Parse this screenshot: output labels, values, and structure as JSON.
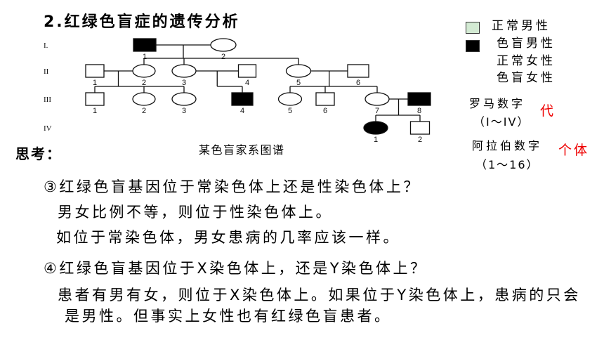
{
  "title": "2.红绿色盲症的遗传分析",
  "pedigree": {
    "caption": "某色盲家系图谱",
    "generations": [
      {
        "label": "I.",
        "members": [
          {
            "number": "1",
            "symbol": "affected-male"
          },
          {
            "number": "2",
            "symbol": "normal-female"
          }
        ]
      },
      {
        "label": "II",
        "members": [
          {
            "number": "1",
            "symbol": "normal-male"
          },
          {
            "number": "2",
            "symbol": "normal-female"
          },
          {
            "number": "3",
            "symbol": "normal-female"
          },
          {
            "number": "4",
            "symbol": "normal-male"
          },
          {
            "number": "5",
            "symbol": "normal-female"
          },
          {
            "number": "6",
            "symbol": "normal-male"
          }
        ]
      },
      {
        "label": "III",
        "members": [
          {
            "number": "1",
            "symbol": "normal-male"
          },
          {
            "number": "2",
            "symbol": "normal-female"
          },
          {
            "number": "3",
            "symbol": "normal-female"
          },
          {
            "number": "4",
            "symbol": "affected-male"
          },
          {
            "number": "5",
            "symbol": "normal-female"
          },
          {
            "number": "6",
            "symbol": "normal-male"
          },
          {
            "number": "7",
            "symbol": "normal-female"
          },
          {
            "number": "8",
            "symbol": "affected-male"
          }
        ]
      },
      {
        "label": "IV",
        "members": [
          {
            "number": "1",
            "symbol": "affected-female"
          },
          {
            "number": "2",
            "symbol": "normal-male"
          }
        ]
      }
    ],
    "unions": [
      {
        "generation": 1,
        "partners": [
          1,
          2
        ],
        "children": [
          2,
          3,
          5
        ]
      },
      {
        "generation": 2,
        "partners": [
          1,
          2
        ],
        "children": [
          1,
          2,
          3
        ]
      },
      {
        "generation": 2,
        "partners": [
          3,
          4
        ],
        "children": [
          4
        ]
      },
      {
        "generation": 2,
        "partners": [
          5,
          6
        ],
        "children": [
          5,
          6,
          7
        ]
      },
      {
        "generation": 3,
        "partners": [
          7,
          8
        ],
        "children": [
          1,
          2
        ]
      }
    ]
  },
  "legend": {
    "normal_male_fill": "#d3ead3",
    "affected_male_fill": "#000000",
    "items": [
      {
        "symbol": "normal-male",
        "label": "正常男性"
      },
      {
        "symbol": "affected-male",
        "label": "色盲男性"
      },
      {
        "label": "正常女性"
      },
      {
        "label": "色盲女性"
      }
    ]
  },
  "numbering_notes": [
    {
      "term": "罗马数字",
      "range": "（I～IV）",
      "meaning": "代"
    },
    {
      "term": "阿拉伯数字",
      "range": "（1～16）",
      "meaning": "个体"
    }
  ],
  "highlight_color": "#ee0000",
  "think_label": "思考：",
  "questions": [
    {
      "question": "③红绿色盲基因位于常染色体上还是性染色体上？",
      "answer_lines": [
        "男女比例不等，则位于性染色体上。",
        "如位于常染色体，男女患病的几率应该一样。"
      ]
    },
    {
      "question": "④红绿色盲基因位于X染色体上，还是Y染色体上？",
      "answer_lines": [
        "患者有男有女，则位于X染色体上。如果位于Y染色体上，患病的只会",
        "是男性。但事实上女性也有红绿色盲患者。"
      ]
    }
  ]
}
